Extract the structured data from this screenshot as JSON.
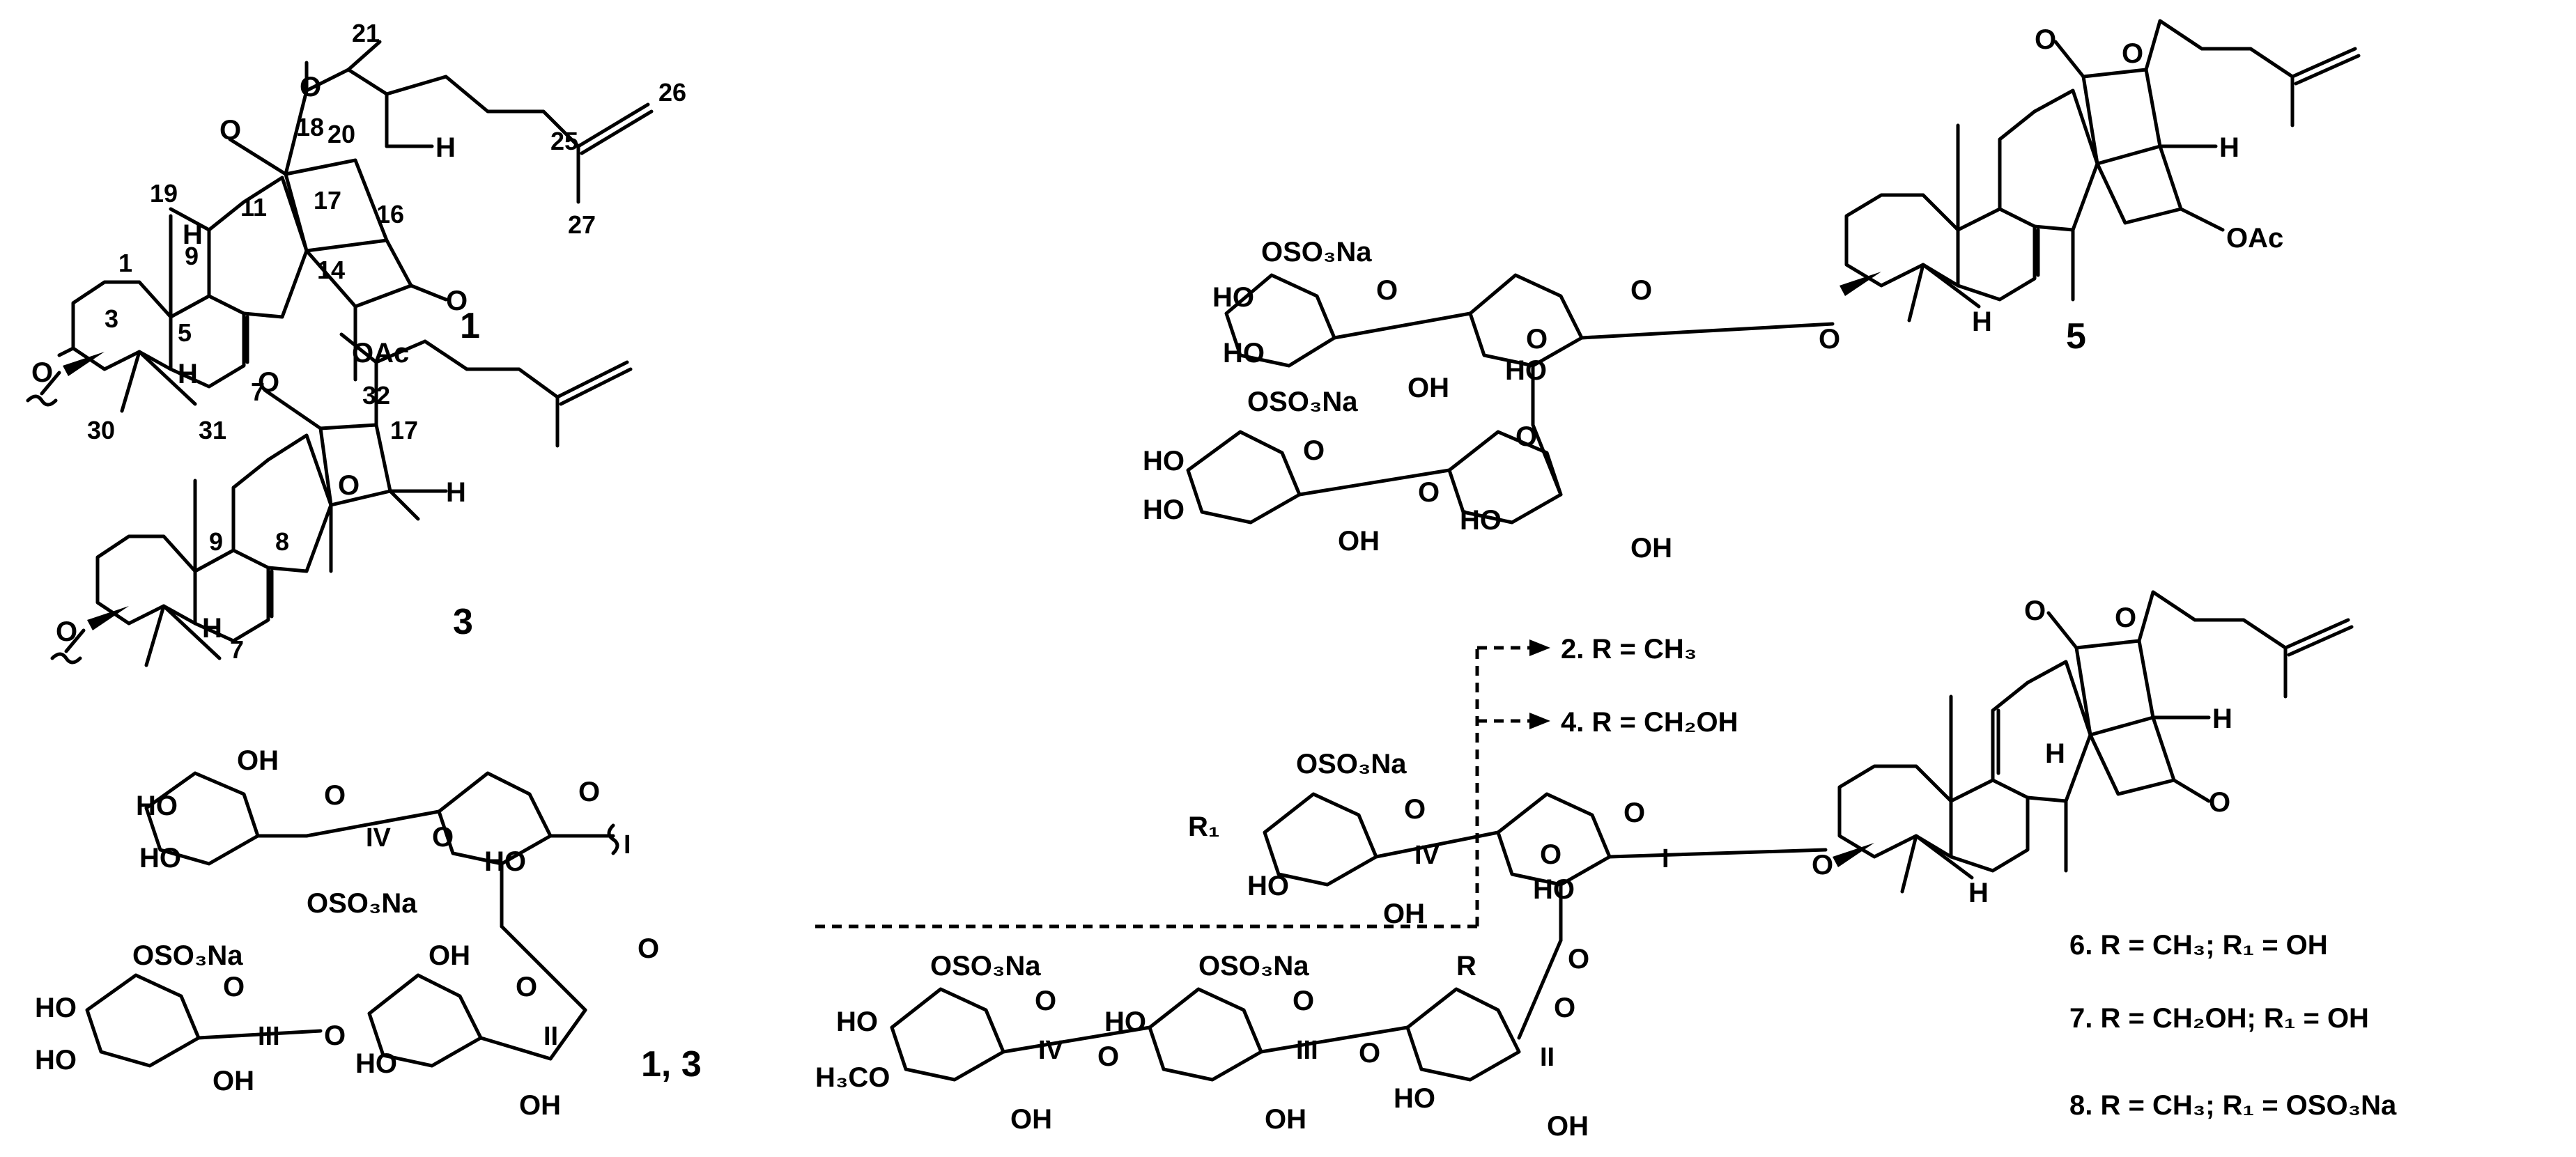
{
  "figure": {
    "compound_labels": {
      "c1": "1",
      "c3": "3",
      "c5": "5",
      "c13": "1, 3"
    },
    "carbon_numbers": [
      "21",
      "20",
      "18",
      "26",
      "25",
      "27",
      "19",
      "11",
      "17",
      "16",
      "9",
      "14",
      "1",
      "3",
      "5",
      "7",
      "32",
      "30",
      "31",
      "8"
    ],
    "atom_labels": {
      "O": "O",
      "H": "H",
      "OAc": "OAc",
      "OH": "OH",
      "HO": "HO",
      "OSO3Na": "OSO₃Na",
      "H3CO": "H₃CO",
      "R": "R",
      "R1": "R₁"
    },
    "sugar_ring_labels": [
      "I",
      "II",
      "III",
      "IV"
    ],
    "variants": [
      {
        "id": "2",
        "text": "2. R = CH₃"
      },
      {
        "id": "4",
        "text": "4. R = CH₂OH"
      },
      {
        "id": "6",
        "text": "6. R = CH₃; R₁ = OH"
      },
      {
        "id": "7",
        "text": "7. R = CH₂OH; R₁ = OH"
      },
      {
        "id": "8",
        "text": "8. R = CH₃; R₁ = OSO₃Na"
      }
    ]
  }
}
